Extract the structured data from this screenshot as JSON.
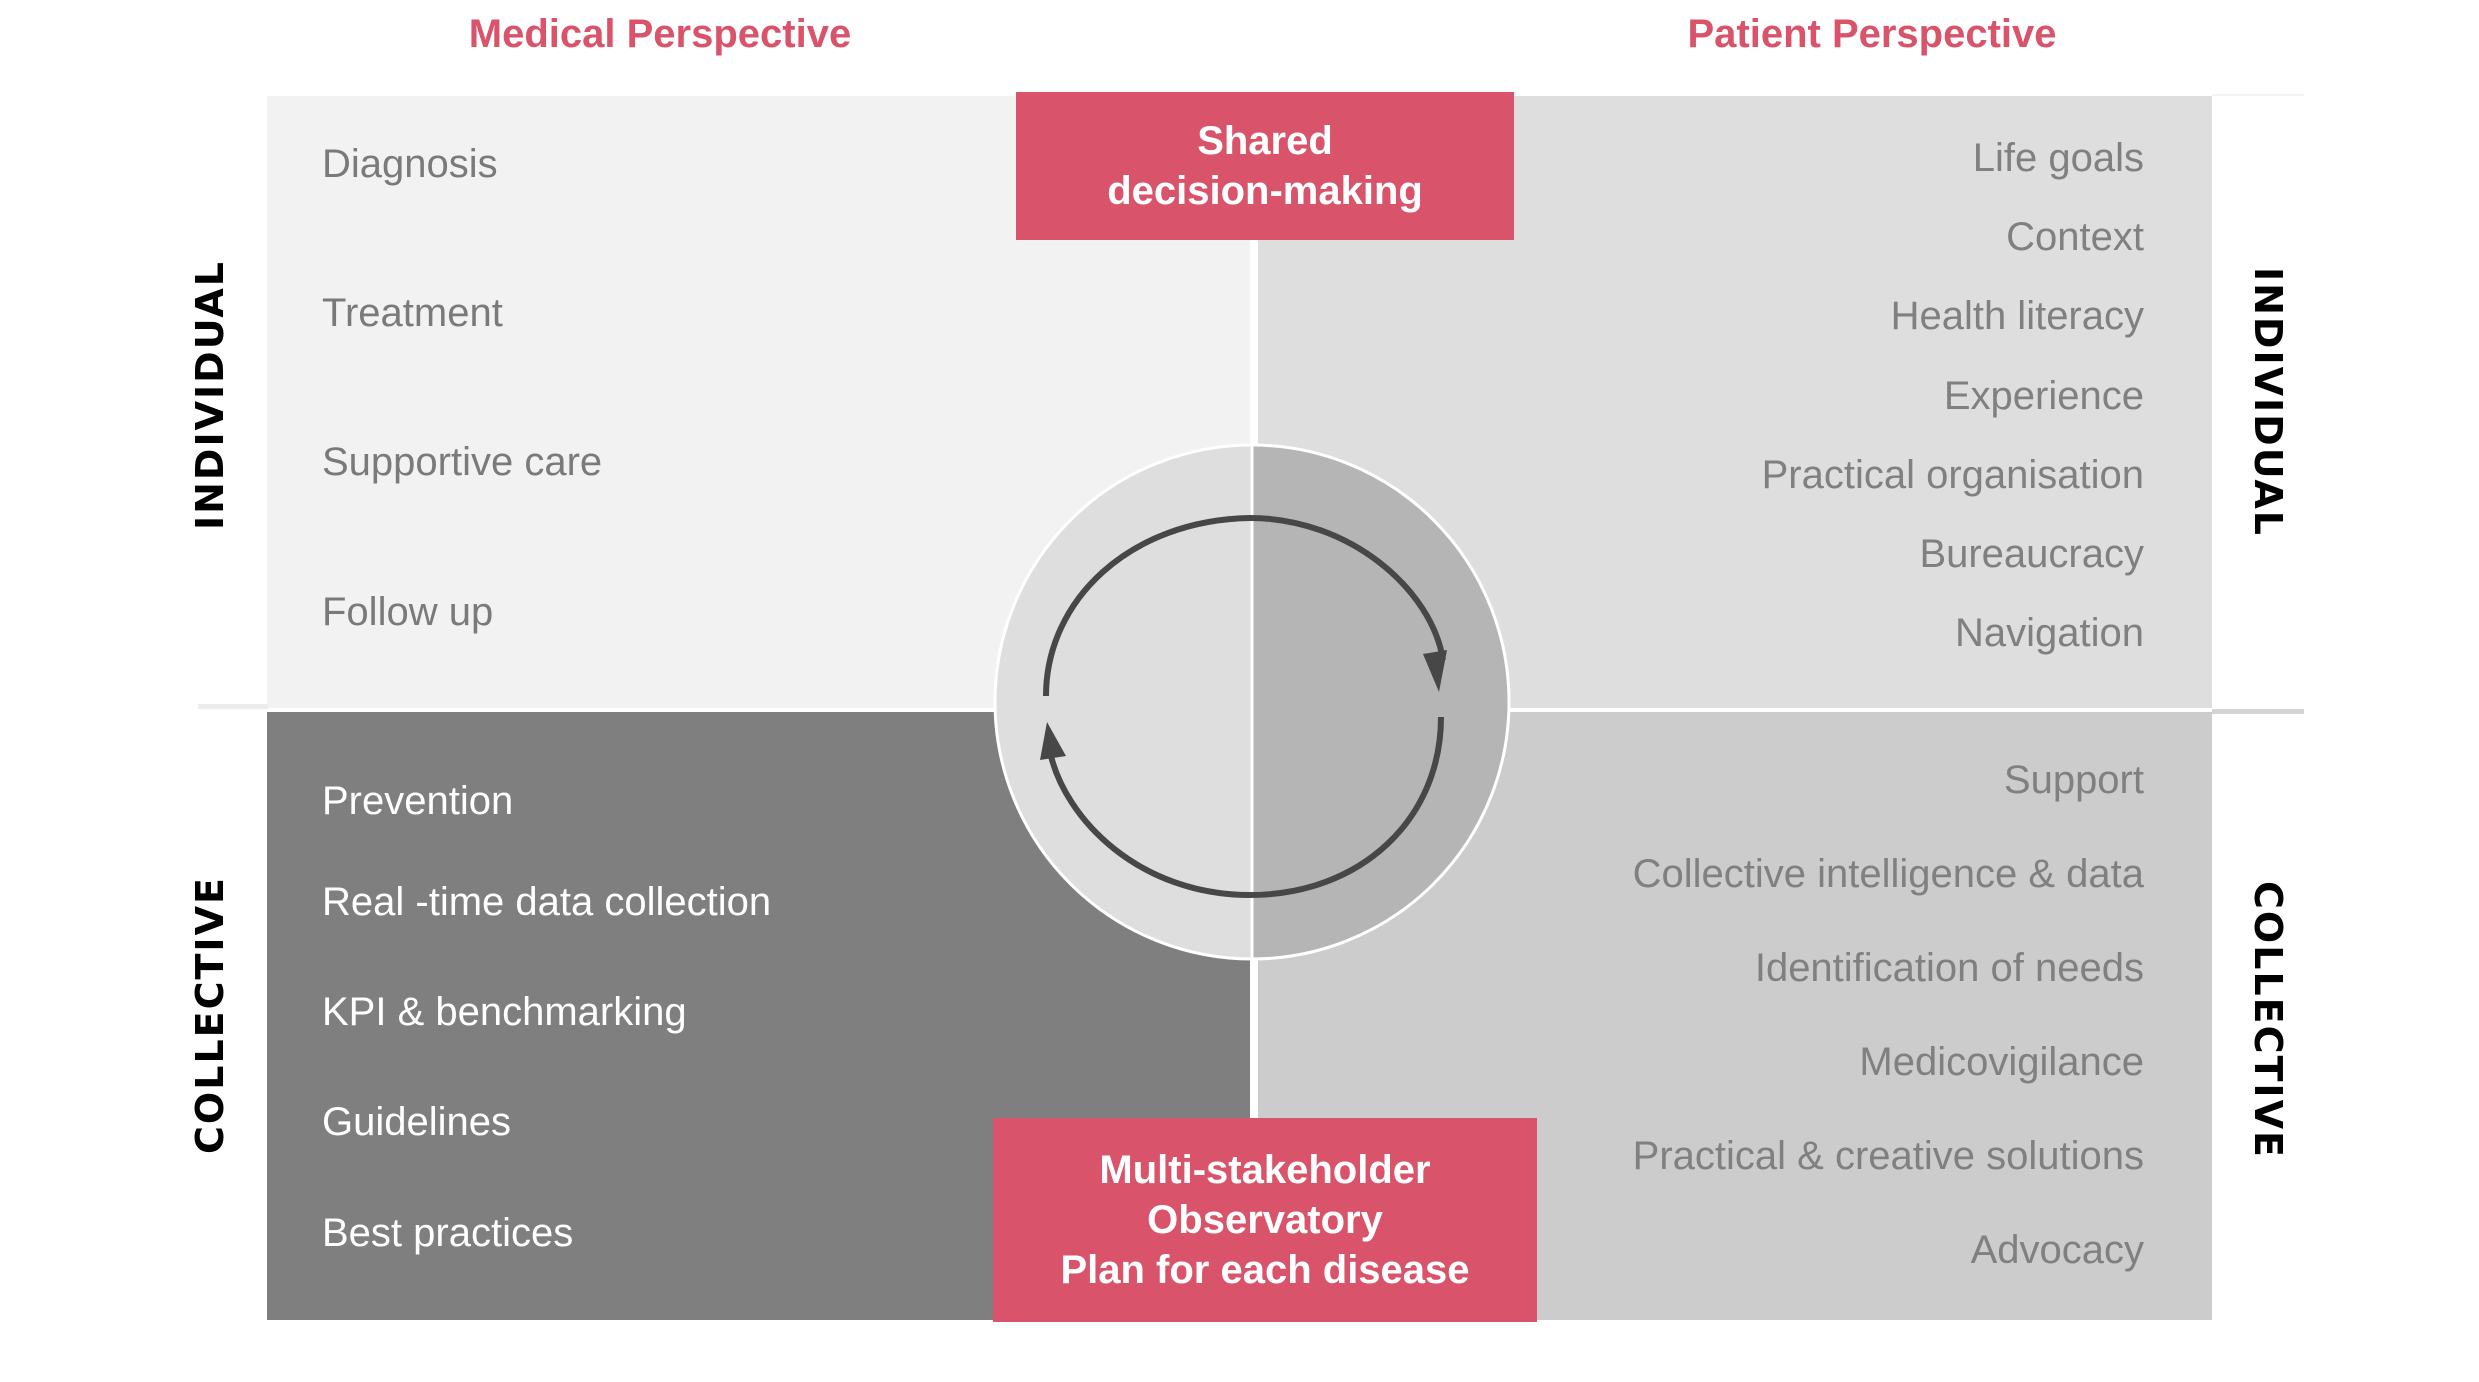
{
  "headers": {
    "medical": "Medical Perspective",
    "patient": "Patient Perspective"
  },
  "side_labels": {
    "left_top": "INDIVIDUAL",
    "left_bottom": "COLLECTIVE",
    "right_top": "INDIVIDUAL",
    "right_bottom": "COLLECTIVE"
  },
  "quadrants": {
    "medical_individual": [
      "Diagnosis",
      "Treatment",
      "Supportive care",
      "Follow up"
    ],
    "medical_collective": [
      "Prevention",
      "Real -time data collection",
      "KPI & benchmarking",
      "Guidelines",
      "Best practices"
    ],
    "patient_individual": [
      "Life goals",
      "Context",
      "Health literacy",
      "Experience",
      "Practical organisation",
      "Bureaucracy",
      "Navigation"
    ],
    "patient_collective": [
      "Support",
      "Collective intelligence & data",
      "Identification of needs",
      "Medicovigilance",
      "Practical & creative solutions",
      "Advocacy"
    ]
  },
  "boxes": {
    "top": [
      "Shared",
      "decision-making"
    ],
    "bottom": [
      "Multi-stakeholder",
      "Observatory",
      "Plan for each disease"
    ]
  },
  "center": {
    "icon": "cycle-arrows-icon"
  },
  "colors": {
    "accent": "#d9546a",
    "medical_individual_bg": "#f2f2f2",
    "patient_individual_bg": "#dedede",
    "medical_collective_bg": "#7f7f7f",
    "patient_collective_bg": "#cccccc",
    "circle_left": "#dedede",
    "circle_right": "#b5b5b5",
    "arrow": "#474747"
  }
}
